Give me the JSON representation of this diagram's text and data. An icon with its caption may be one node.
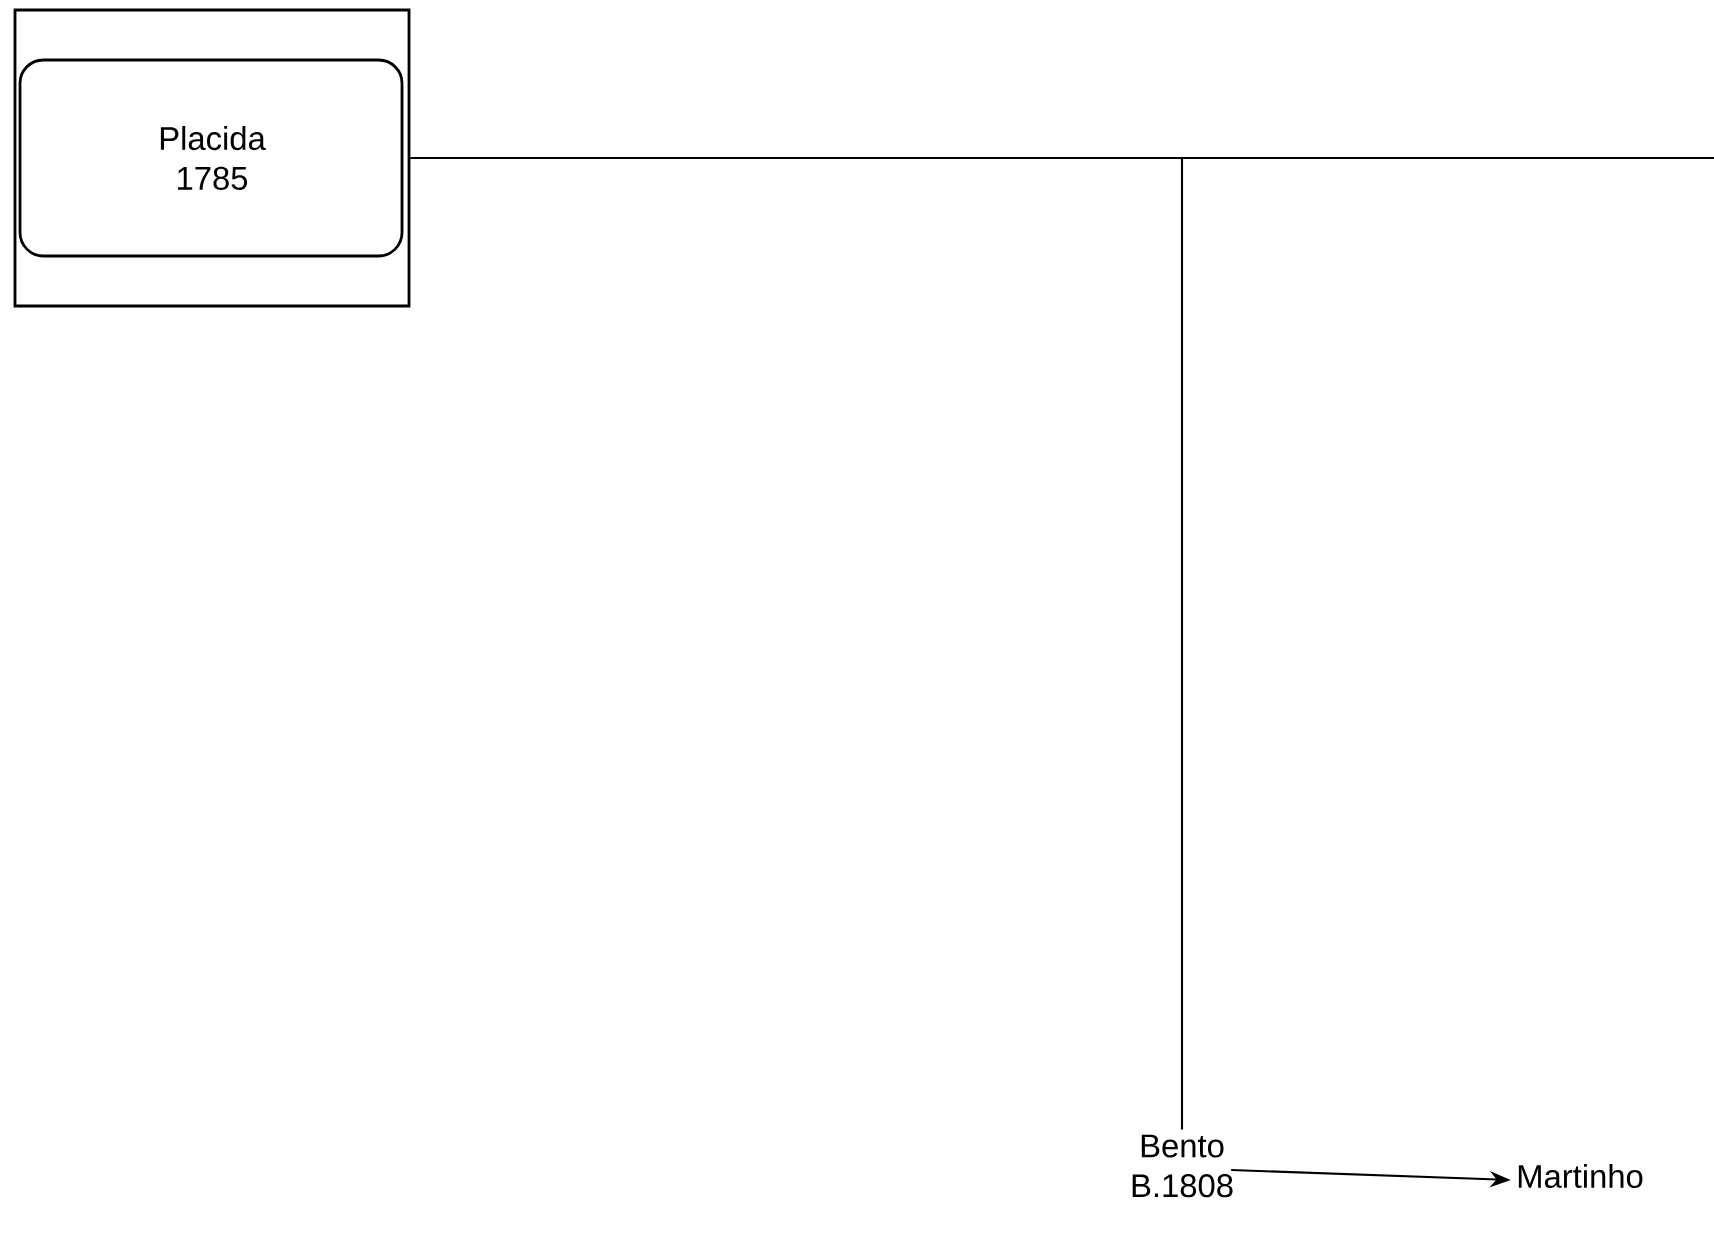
{
  "diagram": {
    "nodes": [
      {
        "text": [
          "Placida 1785"
        ]
      },
      {
        "text": [
          "Bento B.1808"
        ]
      },
      {
        "text": [
          "Martinho"
        ]
      }
    ],
    "edges": [
      {
        "from": 0,
        "to": 1,
        "arrow": "none"
      },
      {
        "from": 0,
        "to": null,
        "arrow": "none"
      },
      {
        "from": 1,
        "to": 2,
        "arrow": "to"
      }
    ]
  }
}
